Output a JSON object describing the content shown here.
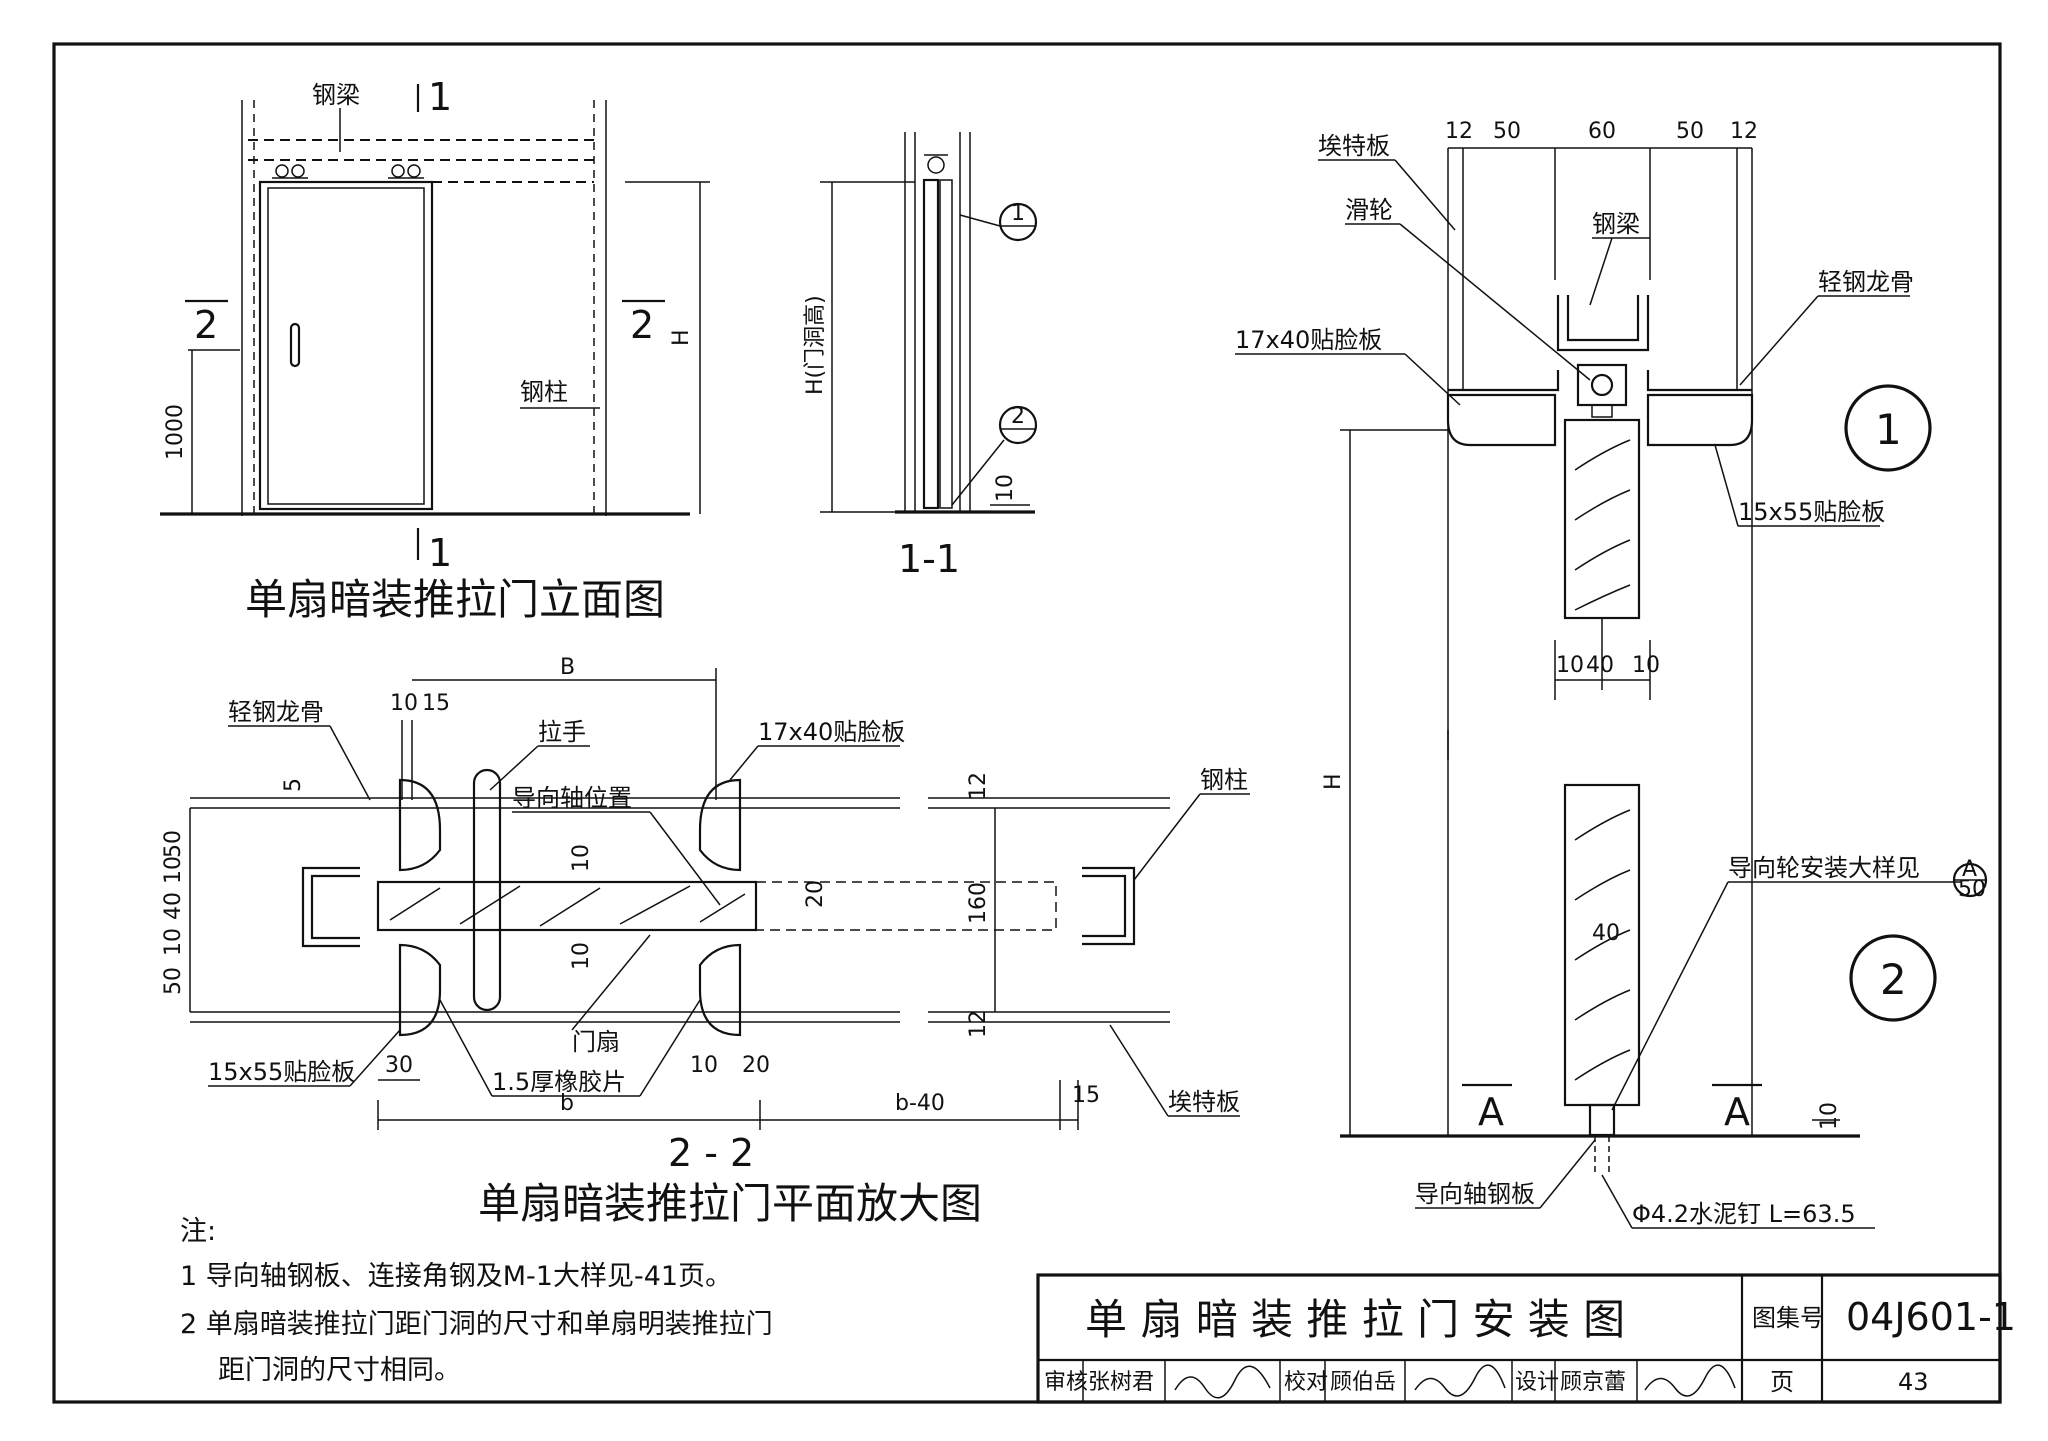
{
  "elevation": {
    "title": "单扇暗装推拉门立面图",
    "label_beam": "钢梁",
    "label_column": "钢柱",
    "section_1_top": "1",
    "section_1_bottom": "1",
    "section_2_left": "2",
    "section_2_right": "2",
    "dim_height": "H",
    "dim_1000": "1000"
  },
  "section11": {
    "title": "1-1",
    "dim_height": "H(门洞高)",
    "callout_1": "1",
    "callout_2": "2",
    "dim_10": "10"
  },
  "plan": {
    "title": "单扇暗装推拉门平面放大图",
    "section_title": "2 - 2",
    "label_light_keel": "轻钢龙骨",
    "label_handle": "拉手",
    "label_face_17x40": "17x40贴脸板",
    "label_guide_pos": "导向轴位置",
    "label_column": "钢柱",
    "label_face_15x55": "15x55贴脸板",
    "label_rubber": "1.5厚橡胶片",
    "label_door_leaf": "门扇",
    "label_board": "埃特板",
    "dim_B": "B",
    "dim_b": "b",
    "dim_b40": "b-40",
    "dim_10": "10",
    "dim_15": "15",
    "dim_5": "5",
    "dim_50": "50",
    "dim_40": "40",
    "dim_12": "12",
    "dim_160": "160",
    "dim_20": "20",
    "dim_30": "30"
  },
  "detail": {
    "label_board": "埃特板",
    "label_pulley": "滑轮",
    "label_beam": "钢梁",
    "label_light_keel": "轻钢龙骨",
    "label_face_17x40": "17x40贴脸板",
    "label_face_15x55": "15x55贴脸板",
    "label_guide_ref": "导向轮安装大样见",
    "ref_top": "A",
    "ref_bottom": "50",
    "label_guide_plate": "导向轴钢板",
    "label_nail": "Φ4.2水泥钉 L=63.5",
    "circle_1": "1",
    "circle_2": "2",
    "section_A": "A",
    "dim_H": "H",
    "dim_12": "12",
    "dim_50": "50",
    "dim_60": "60",
    "dim_10": "10",
    "dim_40": "40"
  },
  "notes": {
    "heading": "注:",
    "line1": "1 导向轴钢板、连接角钢及M-1大样见-41页。",
    "line2": "2 单扇暗装推拉门距门洞的尺寸和单扇明装推拉门",
    "line3": "距门洞的尺寸相同。"
  },
  "titleblock": {
    "title": "单 扇 暗 装 推 拉 门 安 装 图",
    "atlas_label": "图集号",
    "atlas_no": "04J601-1",
    "review": "审核",
    "reviewer": "张树君",
    "check": "校对",
    "checker": "顾伯岳",
    "design": "设计",
    "designer": "顾京蕾",
    "page_label": "页",
    "page_no": "43"
  }
}
